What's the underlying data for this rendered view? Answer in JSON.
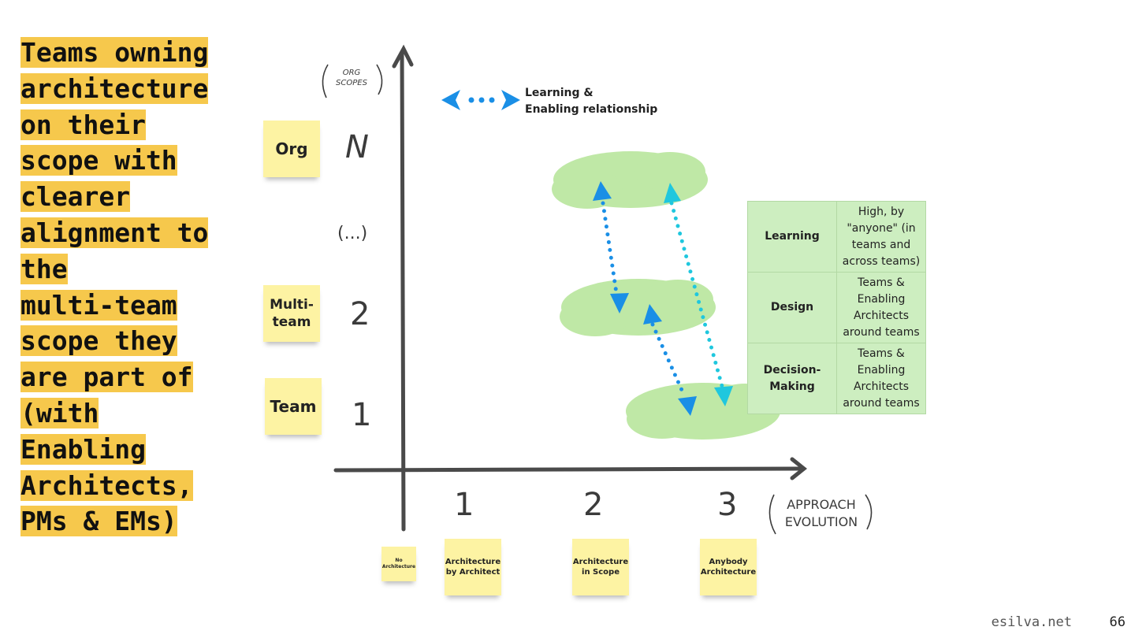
{
  "title_lines": [
    "Teams owning",
    "architecture",
    "on their",
    "scope with",
    "clearer",
    "alignment to",
    "the",
    "multi-team",
    "scope they",
    "are part of",
    "(with",
    "Enabling",
    "Architects,",
    "PMs & EMs)"
  ],
  "y_axis": {
    "caption": [
      "ORG",
      "SCOPES"
    ],
    "levels": [
      {
        "mark": "N",
        "sticky": "Org"
      },
      {
        "mark": "(...)",
        "sticky": ""
      },
      {
        "mark": "2",
        "sticky": "Multi-\nteam"
      },
      {
        "mark": "1",
        "sticky": "Team"
      }
    ]
  },
  "x_axis": {
    "caption": [
      "APPROACH",
      "EVOLUTION"
    ],
    "marks": [
      "1",
      "2",
      "3"
    ],
    "stickies": [
      "No\nArchitecture",
      "Architecture\nby Architect",
      "Architecture\nin Scope",
      "Anybody\nArchitecture"
    ]
  },
  "legend": {
    "text_line1": "Learning &",
    "text_line2": "Enabling relationship"
  },
  "attributes_table": [
    {
      "key": "Learning",
      "value": "High, by \"anyone\" (in teams and across teams)"
    },
    {
      "key": "Design",
      "value": "Teams & Enabling Architects around teams"
    },
    {
      "key": "Decision-Making",
      "value": "Teams & Enabling Architects around teams"
    }
  ],
  "footer": {
    "site": "esilva.net",
    "page": "66"
  },
  "colors": {
    "highlight": "#f6c84c",
    "sticky": "#fdf3a3",
    "blob": "#bfe8a6",
    "arrow_blue": "#1a8fe6",
    "arrow_cyan": "#1fc7de",
    "axis": "#4a4a4a"
  }
}
